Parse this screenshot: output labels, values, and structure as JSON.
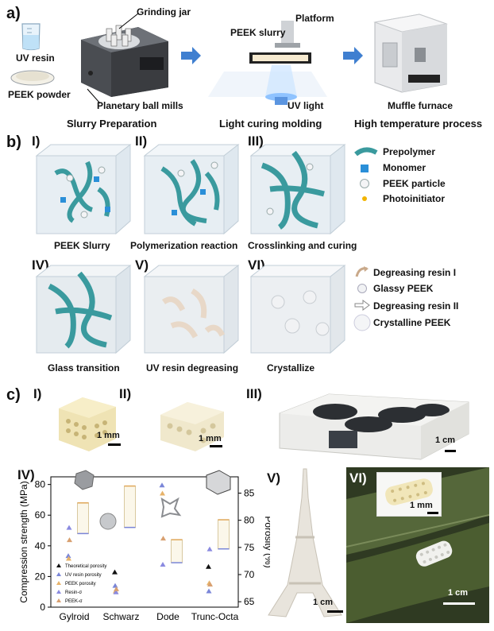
{
  "panel_a": {
    "letter": "a)",
    "uv_resin": "UV resin",
    "peek_powder": "PEEK powder",
    "grinding_jar": "Grinding jar",
    "planetary_ball_mills": "Planetary ball mills",
    "peek_slurry": "PEEK slurry",
    "platform": "Platform",
    "uv_light": "UV light",
    "muffle_furnace": "Muffle furnace",
    "step1": "Slurry Preparation",
    "step2": "Light curing molding",
    "step3": "High temperature process"
  },
  "panel_b": {
    "letter": "b)",
    "stages": [
      {
        "roman": "I)",
        "caption": "PEEK Slurry"
      },
      {
        "roman": "II)",
        "caption": "Polymerization reaction"
      },
      {
        "roman": "III)",
        "caption": "Crosslinking and curing"
      },
      {
        "roman": "IV)",
        "caption": "Glass transition"
      },
      {
        "roman": "V)",
        "caption": "UV resin degreasing"
      },
      {
        "roman": "VI)",
        "caption": "Crystallize"
      }
    ],
    "legend_top": [
      "Prepolymer",
      "Monomer",
      "PEEK particle",
      "Photoinitiator"
    ],
    "legend_bottom": [
      "Degreasing resin I",
      "Glassy PEEK",
      "Degreasing resin II",
      "Crystalline  PEEK"
    ]
  },
  "panel_c": {
    "letter": "c)",
    "sub": [
      "I)",
      "II)",
      "III)",
      "IV)",
      "V)",
      "VI)"
    ],
    "scale_labels": [
      "1 mm",
      "1 mm",
      "1 cm",
      "1 cm",
      "1 mm",
      "1 cm"
    ]
  },
  "chart_data": {
    "type": "scatter",
    "categories": [
      "Gylroid",
      "Schwarz",
      "Dode",
      "Trunc-Octa"
    ],
    "ylabel": "Compression strength (MPa)",
    "ylabel_right": "Porosity (%)",
    "ylim": [
      0,
      85
    ],
    "ylim_right": [
      64,
      88
    ],
    "yticks": [
      "0",
      "20",
      "40",
      "60",
      "80"
    ],
    "yticks_right": [
      "65",
      "70",
      "75",
      "80",
      "85"
    ],
    "legend": [
      "Theoretical porosity",
      "UV resin porosity",
      "PEEK porosity",
      "Resin-σ",
      "PEEK-σ"
    ],
    "series": [
      {
        "name": "Theoretical porosity",
        "axis": "right",
        "values": [
          null,
          70.5,
          null,
          71.5
        ]
      },
      {
        "name": "UV resin porosity",
        "axis": "right",
        "values": [
          73.5,
          68,
          86.5,
          67
        ]
      },
      {
        "name": "PEEK porosity",
        "axis": "right",
        "values": [
          73,
          67,
          85,
          68.5
        ]
      },
      {
        "name": "Resin-σ",
        "axis": "left",
        "values": [
          52,
          10,
          28,
          38
        ]
      },
      {
        "name": "PEEK-σ",
        "axis": "left",
        "values": [
          44,
          12,
          45,
          15
        ]
      }
    ],
    "bars": [
      {
        "category": "Gylroid",
        "low": 48,
        "high": 68
      },
      {
        "category": "Schwarz",
        "low": 52,
        "high": 79
      },
      {
        "category": "Dode",
        "low": 29,
        "high": 44
      },
      {
        "category": "Trunc-Octa",
        "low": 38,
        "high": 57
      }
    ]
  }
}
